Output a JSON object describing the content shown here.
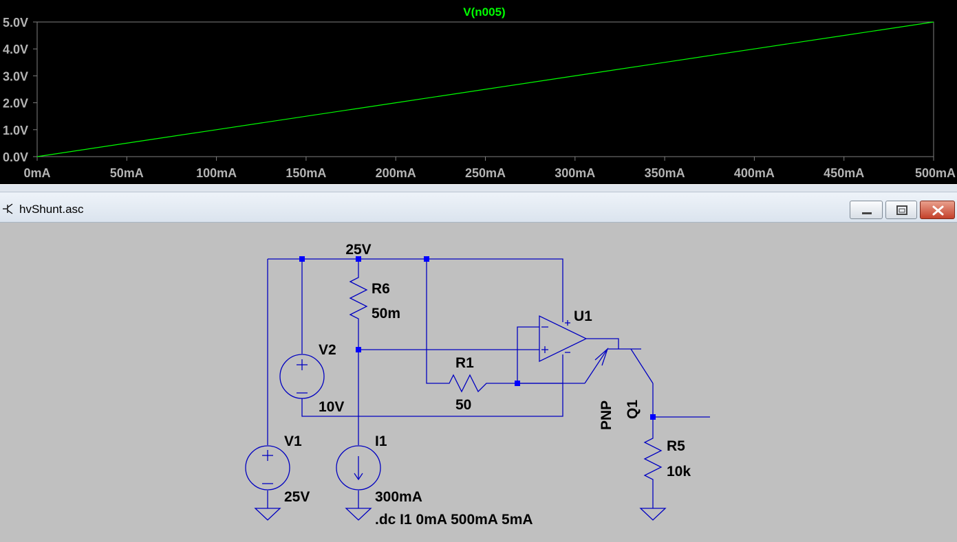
{
  "waveform": {
    "trace_name": "V(n005)",
    "trace_color": "#00ff00",
    "background": "#000000",
    "y_ticks": [
      "5.0V",
      "4.0V",
      "3.0V",
      "2.0V",
      "1.0V",
      "0.0V"
    ],
    "x_ticks": [
      "0mA",
      "50mA",
      "100mA",
      "150mA",
      "200mA",
      "250mA",
      "300mA",
      "350mA",
      "400mA",
      "450mA",
      "500mA"
    ]
  },
  "chart_data": {
    "type": "line",
    "title": "V(n005)",
    "xlabel": "",
    "ylabel": "",
    "x_unit": "mA",
    "y_unit": "V",
    "xlim": [
      0,
      500
    ],
    "ylim": [
      0,
      5
    ],
    "grid": false,
    "series": [
      {
        "name": "V(n005)",
        "color": "#00ff00",
        "x": [
          0,
          50,
          100,
          150,
          200,
          250,
          300,
          350,
          400,
          450,
          500
        ],
        "y": [
          0,
          0.5,
          1.0,
          1.5,
          2.0,
          2.5,
          3.0,
          3.5,
          4.0,
          4.5,
          5.0
        ]
      }
    ]
  },
  "schematic_window": {
    "title": "hvShunt.asc",
    "minimize_icon": "minimize-icon",
    "maximize_icon": "maximize-icon",
    "close_icon": "close-icon"
  },
  "schematic": {
    "wire_color": "#0000c0",
    "node_label": "25V",
    "components": {
      "R6": {
        "name": "R6",
        "value": "50m"
      },
      "R1": {
        "name": "R1",
        "value": "50"
      },
      "R5": {
        "name": "R5",
        "value": "10k"
      },
      "V1": {
        "name": "V1",
        "value": "25V"
      },
      "V2": {
        "name": "V2",
        "value": "10V"
      },
      "I1": {
        "name": "I1",
        "value": "300mA"
      },
      "U1": {
        "name": "U1"
      },
      "Q1": {
        "name": "Q1",
        "value": "PNP"
      }
    },
    "directive": ".dc I1 0mA 500mA 5mA"
  }
}
